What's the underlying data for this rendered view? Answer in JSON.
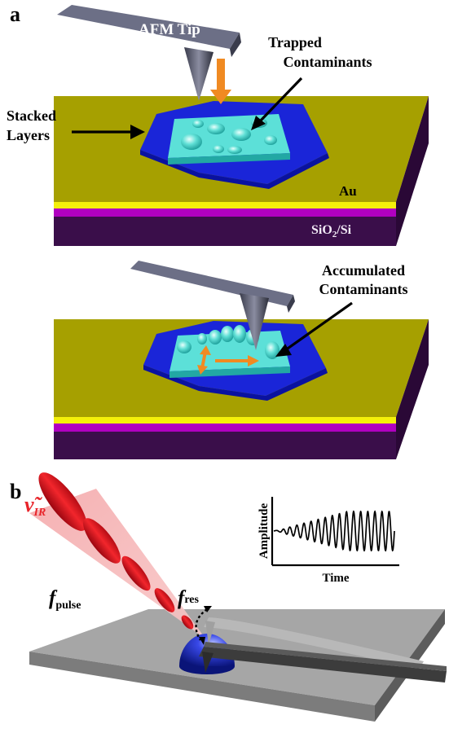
{
  "panel_a": {
    "label": "a",
    "afm_tip": "AFM Tip",
    "trapped_line1": "Trapped",
    "trapped_line2": "Contaminants",
    "stacked_line1": "Stacked",
    "stacked_line2": "Layers",
    "au": "Au",
    "substrate_pre": "SiO",
    "substrate_sub": "2",
    "substrate_post": "/Si",
    "accumulated_line1": "Accumulated",
    "accumulated_line2": "Contaminants"
  },
  "panel_b": {
    "label": "b",
    "nu_symbol": "ν̃",
    "nu_sub": "IR",
    "f_res": "f",
    "f_res_sub": "res",
    "f_pulse": "f",
    "f_pulse_sub": "pulse",
    "inset_ylabel": "Amplitude",
    "inset_xlabel": "Time"
  },
  "colors": {
    "gold": "#a6a000",
    "gold_edge": "#f4f00a",
    "magenta": "#b000c0",
    "purple_dark": "#3a0e4a",
    "flake_blue": "#1a25d8",
    "cyan_top": "#5ce0d8",
    "arrow_orange": "#f08a22",
    "laser_red": "#e8242a",
    "tip_gray": "#6c6f86",
    "surface_gray": "#a6a6a6",
    "drop_blue": "#2030c8"
  }
}
